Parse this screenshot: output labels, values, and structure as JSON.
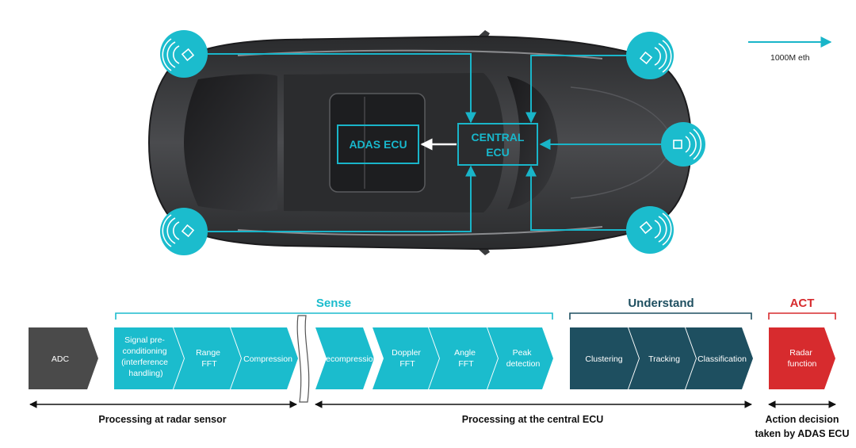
{
  "colors": {
    "teal": "#1bbccd",
    "dark_teal": "#1e4f60",
    "red": "#d72b2e",
    "adc_gray": "#4a4a4a",
    "car_body": "#333436",
    "line": "#19b5c9"
  },
  "legend": {
    "arrow_label": "1000M eth",
    "icon": "arrow-right-icon"
  },
  "car": {
    "adas_box_label": "ADAS ECU",
    "central_box_label_line1": "CENTRAL",
    "central_box_label_line2": "ECU",
    "sensors": [
      {
        "name": "front-left-radar",
        "icon": "radar-waves-icon"
      },
      {
        "name": "front-right-radar",
        "icon": "radar-waves-icon"
      },
      {
        "name": "rear-left-radar",
        "icon": "radar-waves-icon"
      },
      {
        "name": "rear-right-radar",
        "icon": "radar-waves-icon"
      },
      {
        "name": "front-center-radar",
        "icon": "radar-waves-icon"
      }
    ]
  },
  "groups": {
    "sense": "Sense",
    "understand": "Understand",
    "act": "ACT"
  },
  "stages": {
    "adc": "ADC",
    "signal": [
      "Signal pre-",
      "conditioning",
      "(interference",
      "handling)"
    ],
    "range": [
      "Range",
      "FFT"
    ],
    "compression": "Compression",
    "decompression": "Decompression",
    "doppler": [
      "Doppler",
      "FFT"
    ],
    "angle": [
      "Angle",
      "FFT"
    ],
    "peak": [
      "Peak",
      "detection"
    ],
    "clustering": "Clustering",
    "tracking": "Tracking",
    "classification": "Classification",
    "radar_function": [
      "Radar",
      "function"
    ]
  },
  "bottom_labels": {
    "radar_sensor": "Processing at radar sensor",
    "central_ecu": "Processing at the central ECU",
    "action_line1": "Action decision",
    "action_line2": "taken by ADAS ECU"
  }
}
